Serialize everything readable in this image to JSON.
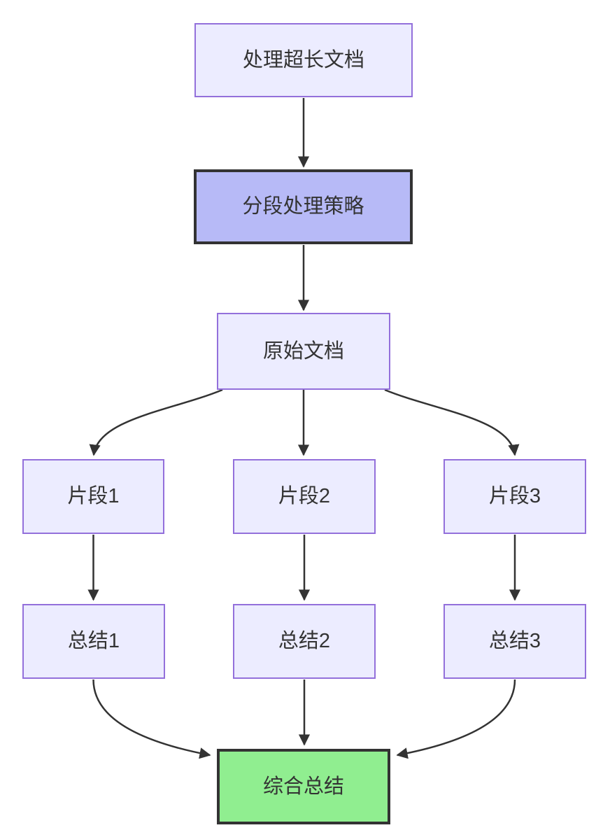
{
  "diagram": {
    "type": "flowchart-top-down",
    "nodes": [
      {
        "id": "A",
        "label": "处理超长文档",
        "style": "default"
      },
      {
        "id": "B",
        "label": "分段处理策略",
        "style": "highlight"
      },
      {
        "id": "C",
        "label": "原始文档",
        "style": "default"
      },
      {
        "id": "D1",
        "label": "片段1",
        "style": "default"
      },
      {
        "id": "D2",
        "label": "片段2",
        "style": "default"
      },
      {
        "id": "D3",
        "label": "片段3",
        "style": "default"
      },
      {
        "id": "E1",
        "label": "总结1",
        "style": "default"
      },
      {
        "id": "E2",
        "label": "总结2",
        "style": "default"
      },
      {
        "id": "E3",
        "label": "总结3",
        "style": "default"
      },
      {
        "id": "F",
        "label": "综合总结",
        "style": "result"
      }
    ],
    "edges": [
      {
        "from": "A",
        "to": "B"
      },
      {
        "from": "B",
        "to": "C"
      },
      {
        "from": "C",
        "to": "D1"
      },
      {
        "from": "C",
        "to": "D2"
      },
      {
        "from": "C",
        "to": "D3"
      },
      {
        "from": "D1",
        "to": "E1"
      },
      {
        "from": "D2",
        "to": "E2"
      },
      {
        "from": "D3",
        "to": "E3"
      },
      {
        "from": "E1",
        "to": "F"
      },
      {
        "from": "E2",
        "to": "F"
      },
      {
        "from": "E3",
        "to": "F"
      }
    ],
    "colors": {
      "background": "#ffffff",
      "node_fill": "#ECECFF",
      "node_border": "#9370DB",
      "highlight_fill": "#B7BAF7",
      "highlight_border": "#333333",
      "result_fill": "#90EE90",
      "result_border": "#333333",
      "edge": "#333333",
      "text": "#333333"
    }
  }
}
